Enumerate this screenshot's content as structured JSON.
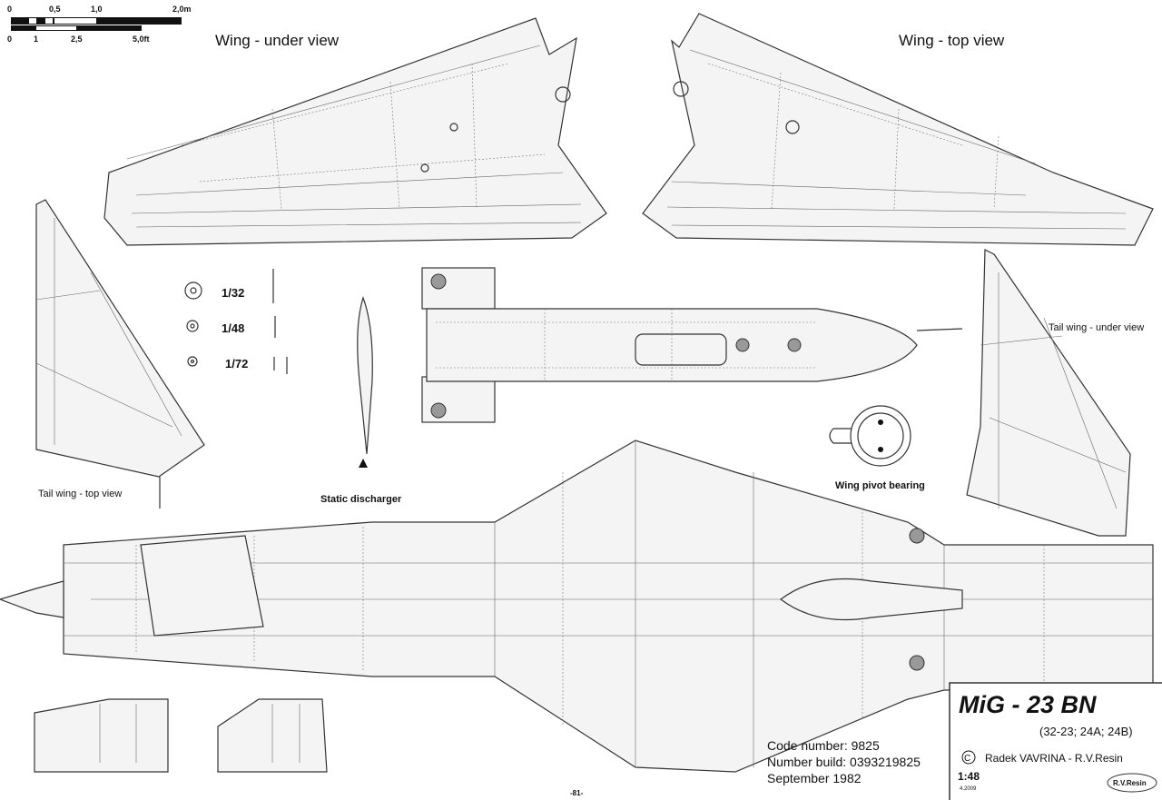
{
  "scale_bar": {
    "metric_ticks": [
      "0",
      "0,5",
      "1,0",
      "2,0m"
    ],
    "imperial_ticks": [
      "0",
      "1",
      "2,5",
      "5,0ft"
    ]
  },
  "views": {
    "wing_under": "Wing - under view",
    "wing_top": "Wing - top view",
    "tail_under": "Tail wing - under view",
    "tail_top": "Tail wing - top view",
    "static_discharger": "Static discharger",
    "wing_pivot": "Wing pivot bearing"
  },
  "scales": [
    "1/32",
    "1/48",
    "1/72"
  ],
  "info": {
    "code_number": "Code number: 9825",
    "number_build": "Number build: 0393219825",
    "date": "September 1982"
  },
  "title_block": {
    "title": "MiG - 23 BN",
    "variants": "(32-23; 24A; 24B)",
    "copyright": "Radek VAVRINA - R.V.Resin",
    "copyright_symbol": "C",
    "scale": "1:48",
    "date_small": "4.2009",
    "logo": "R.V.Resin"
  },
  "page_number": "-81-"
}
